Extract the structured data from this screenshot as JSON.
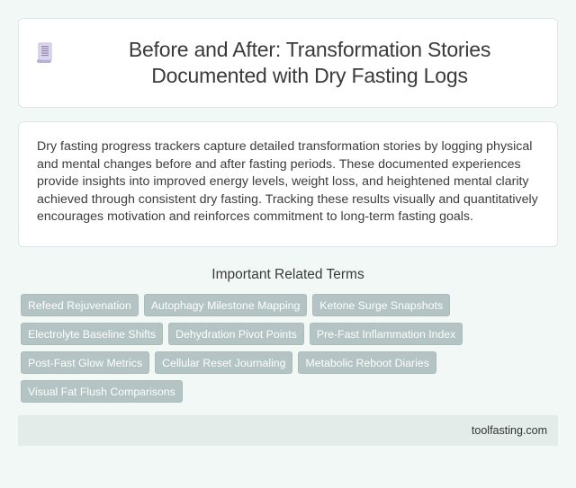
{
  "header": {
    "icon": "document-scroll-icon",
    "title": "Before and After: Transformation Stories Documented with Dry Fasting Logs"
  },
  "description": {
    "text": "Dry fasting progress trackers capture detailed transformation stories by logging physical and mental changes before and after fasting periods. These documented experiences provide insights into improved energy levels, weight loss, and heightened mental clarity achieved through consistent dry fasting. Tracking these results visually and quantitatively encourages motivation and reinforces commitment to long-term fasting goals."
  },
  "related_terms": {
    "title": "Important Related Terms",
    "items": [
      "Refeed Rejuvenation",
      "Autophagy Milestone Mapping",
      "Ketone Surge Snapshots",
      "Electrolyte Baseline Shifts",
      "Dehydration Pivot Points",
      "Pre-Fast Inflammation Index",
      "Post-Fast Glow Metrics",
      "Cellular Reset Journaling",
      "Metabolic Reboot Diaries",
      "Visual Fat Flush Comparisons"
    ]
  },
  "footer": {
    "site": "toolfasting.com"
  },
  "colors": {
    "page_bg": "#f1f8f6",
    "card_bg": "#ffffff",
    "tag_bg": "#b4c3c4",
    "tag_text": "#ffffff",
    "footer_bg": "#e3ece9",
    "icon_accent": "#c9c0e0"
  }
}
